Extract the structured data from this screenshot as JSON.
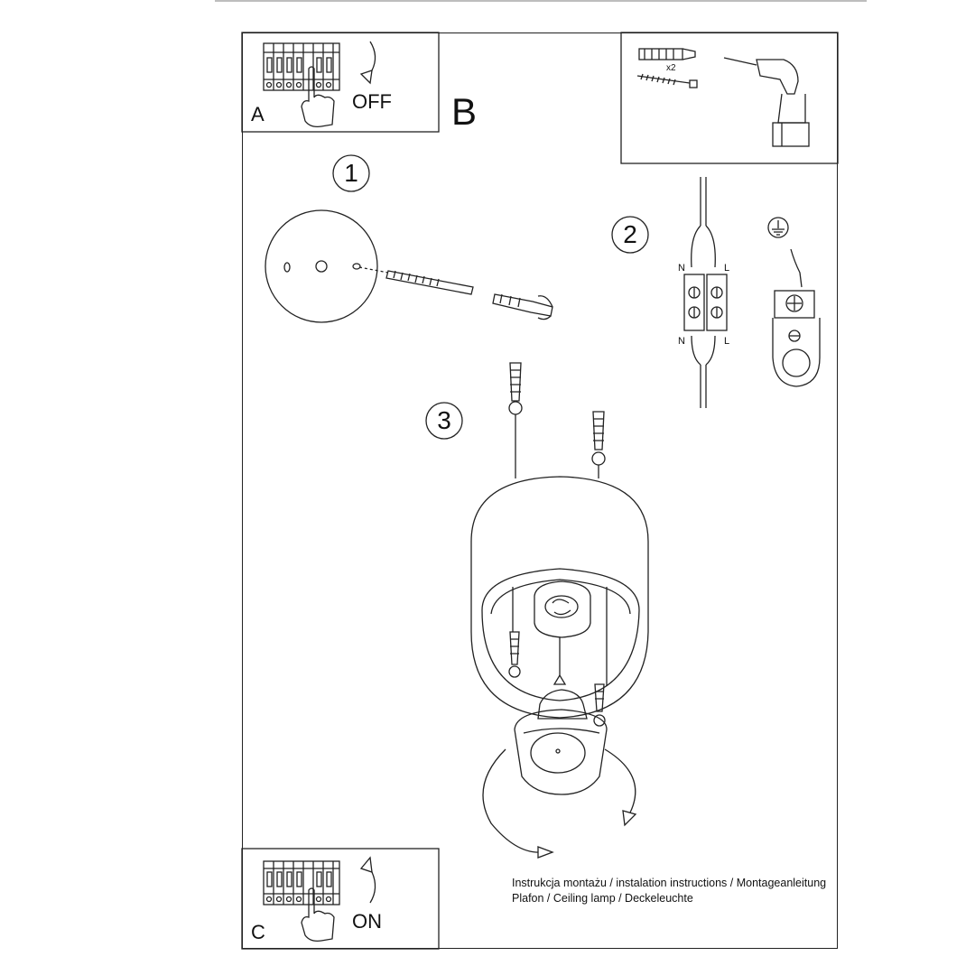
{
  "panels": {
    "a": {
      "letter": "A",
      "action": "OFF"
    },
    "b": {
      "letter": "B"
    },
    "c": {
      "letter": "C",
      "action": "ON"
    }
  },
  "tools": {
    "quantity": "x2",
    "icons": [
      "wall-plug-icon",
      "screw-icon",
      "drill-icon"
    ]
  },
  "steps": [
    "1",
    "2",
    "3"
  ],
  "wiring": {
    "top_left": "N",
    "top_right": "L",
    "bottom_left": "N",
    "bottom_right": "L"
  },
  "caption": {
    "line1": "Instrukcja montażu / instalation instructions / Montageanleitung",
    "line2": "Plafon / Ceiling lamp / Deckeleuchte"
  }
}
